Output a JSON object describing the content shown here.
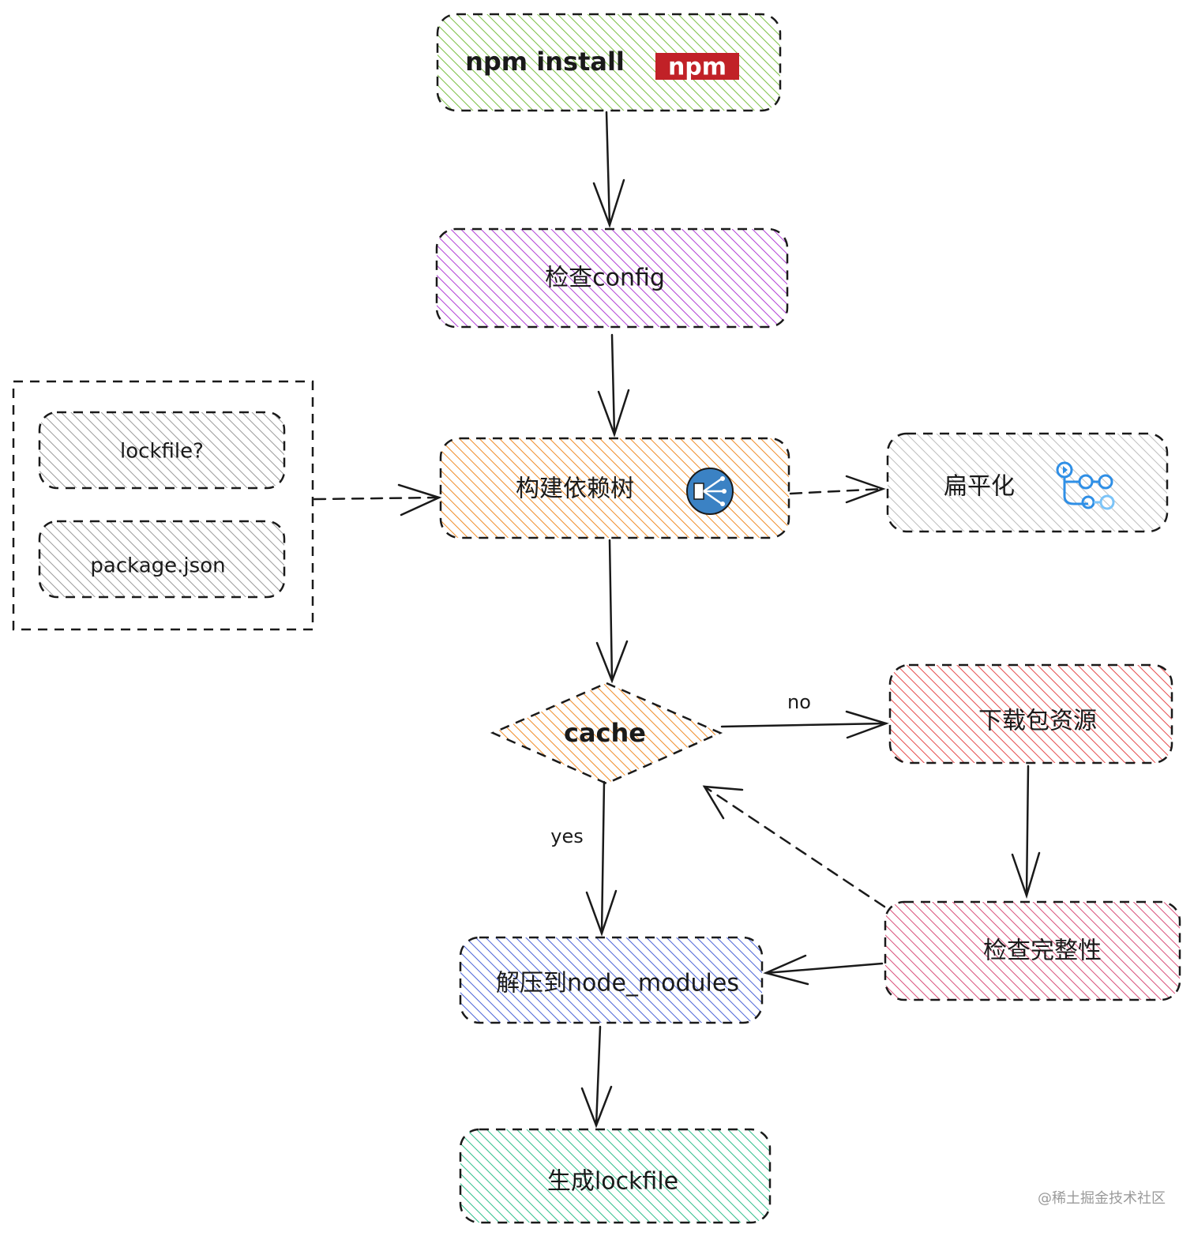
{
  "nodes": {
    "npm_install": {
      "label": "npm install",
      "color": "#7bc043"
    },
    "check_config": {
      "label": "检查config",
      "color": "#b23fd6"
    },
    "build_tree": {
      "label": "构建依赖树",
      "color": "#f08c28"
    },
    "flatten": {
      "label": "扁平化",
      "color": "#c8c8c8"
    },
    "lockfile_q": {
      "label": "lockfile?",
      "color": "#9a9a9a"
    },
    "package_json": {
      "label": "package.json",
      "color": "#9a9a9a"
    },
    "cache": {
      "label": "cache",
      "color": "#f08c28"
    },
    "download": {
      "label": "下载包资源",
      "color": "#e74c4c"
    },
    "integrity": {
      "label": "检查完整性",
      "color": "#d94f7a"
    },
    "extract": {
      "label": "解压到node_modules",
      "color": "#4a63d6"
    },
    "gen_lockfile": {
      "label": "生成lockfile",
      "color": "#2fbf8a"
    }
  },
  "edges": {
    "no_label": "no",
    "yes_label": "yes"
  },
  "logos": {
    "npm": {
      "name": "npm-logo-icon",
      "text": "npm",
      "color": "#c12127"
    },
    "tree_icon": {
      "name": "dependency-tree-icon",
      "color": "#3b82c4"
    },
    "flow_icon": {
      "name": "git-flow-icon",
      "color": "#2f8fe6"
    }
  },
  "watermark": "@稀土掘金技术社区"
}
